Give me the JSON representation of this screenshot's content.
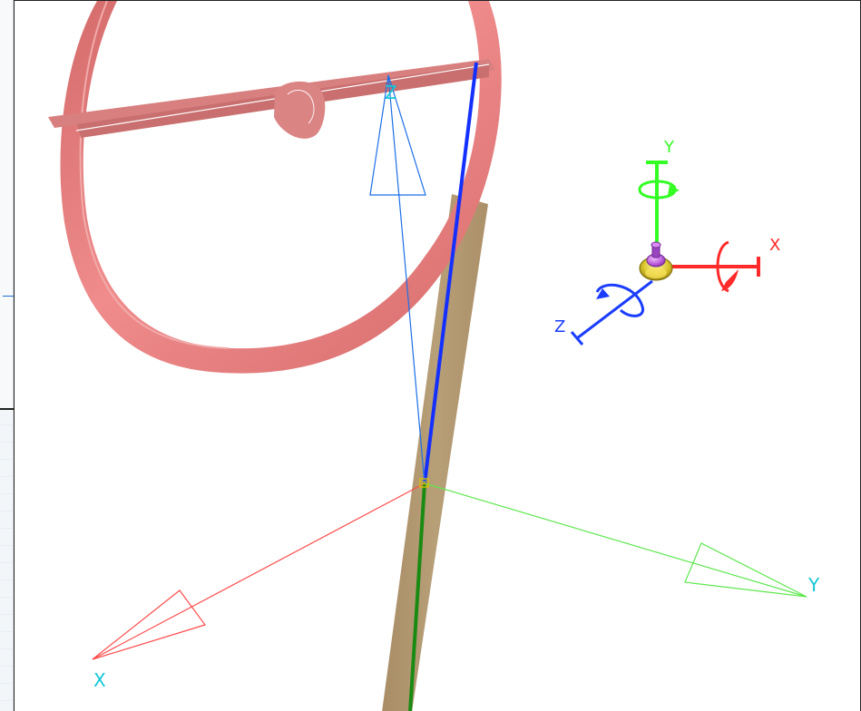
{
  "viewport": {
    "coordinate_triad": {
      "x_label": "X",
      "y_label": "Y",
      "z_label": "Z",
      "x_color": "#ff2a2a",
      "y_color": "#34ff24",
      "z_color": "#1a3dff"
    },
    "model_axes": {
      "x_label": "X",
      "y_label": "Y",
      "z_label": "Z",
      "x_color": "#ff4b4b",
      "y_color": "#5ee84f",
      "z_color": "#1b6fe8"
    },
    "scene": {
      "ring_color": "#e88787",
      "ring_shade": "#b85a5a",
      "beam_color": "#d88282",
      "pole_color": "#b69c75",
      "selected_edge_color": "#1430ff",
      "lower_edge_color": "#1a8b12"
    }
  }
}
